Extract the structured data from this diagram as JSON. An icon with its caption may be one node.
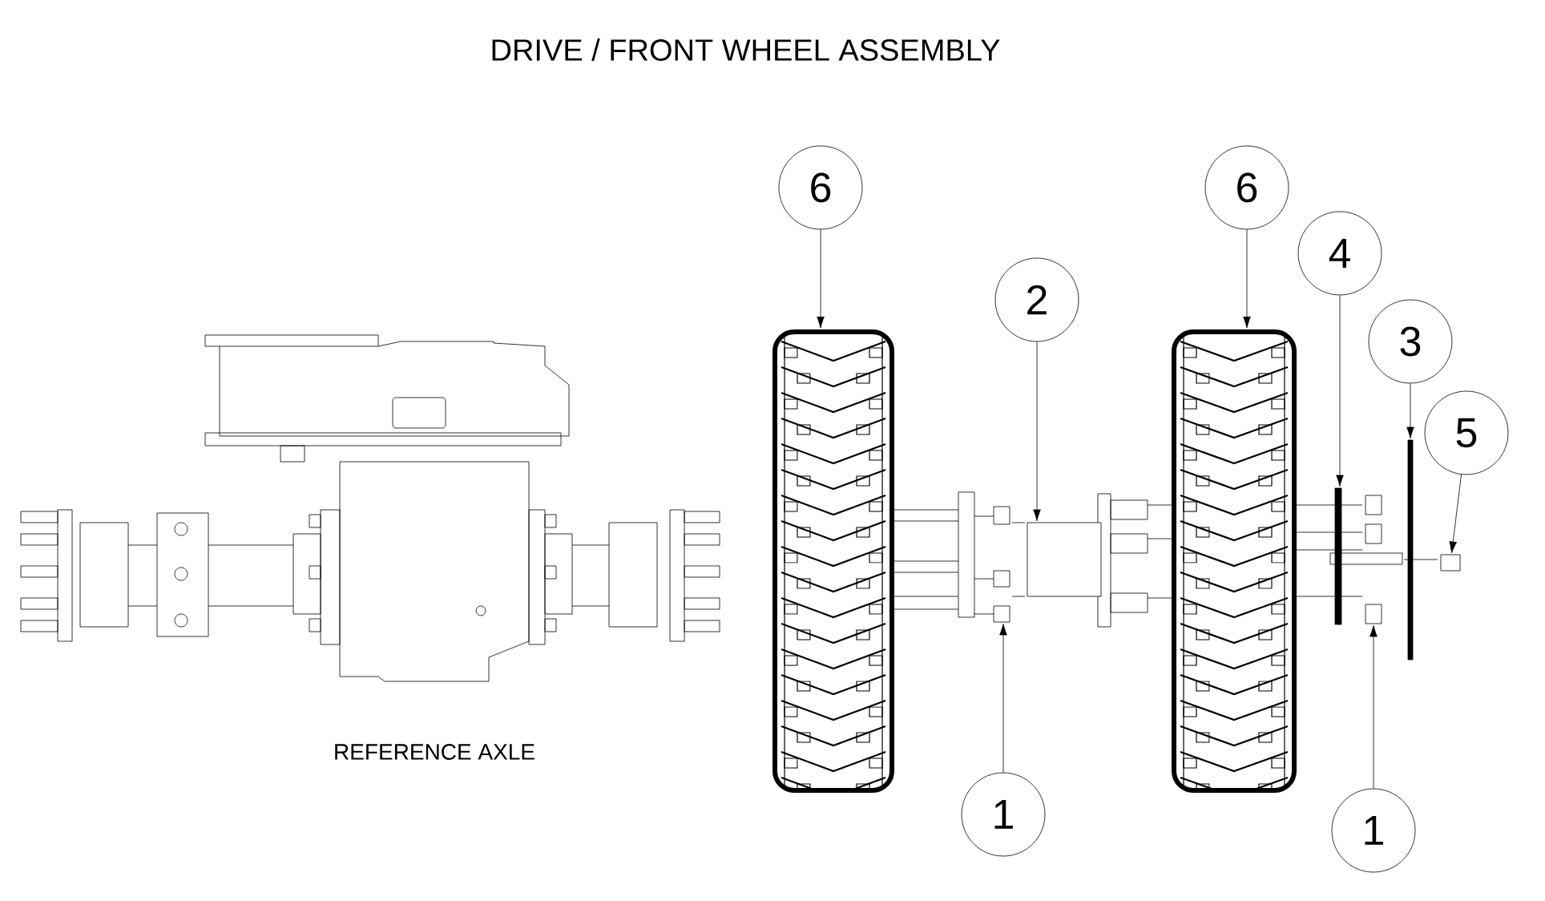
{
  "diagram": {
    "title": "DRIVE / FRONT WHEEL ASSEMBLY",
    "nodes": [
      {
        "text": [
          "6"
        ]
      },
      {
        "text": [
          "6"
        ]
      },
      {
        "text": [
          "2"
        ]
      },
      {
        "text": [
          "4"
        ]
      },
      {
        "text": [
          "3"
        ]
      },
      {
        "text": [
          "5"
        ]
      },
      {
        "text": [
          "1"
        ]
      },
      {
        "text": [
          "1"
        ]
      },
      {
        "text": [],
        "shape": "picture"
      },
      {
        "text": [],
        "shape": "picture"
      },
      {
        "text": [],
        "shape": "box"
      },
      {
        "text": [],
        "shape": "box"
      },
      {
        "text": [],
        "shape": "bar"
      },
      {
        "text": [],
        "shape": "bar"
      },
      {
        "text": [],
        "shape": "box"
      },
      {
        "text": [],
        "shape": "box"
      }
    ],
    "edges": [
      {
        "from": 0,
        "to": 8,
        "arrow": "to"
      },
      {
        "from": 1,
        "to": 9,
        "arrow": "to"
      },
      {
        "from": 2,
        "to": 10,
        "arrow": "to"
      },
      {
        "from": 3,
        "to": 12,
        "arrow": "to"
      },
      {
        "from": 4,
        "to": 13,
        "arrow": "to"
      },
      {
        "from": 5,
        "to": 14,
        "arrow": "to"
      },
      {
        "from": 6,
        "to": 11,
        "arrow": "to"
      },
      {
        "from": 7,
        "to": 15,
        "arrow": "to"
      }
    ],
    "labels": [
      "REFERENCE AXLE"
    ]
  }
}
